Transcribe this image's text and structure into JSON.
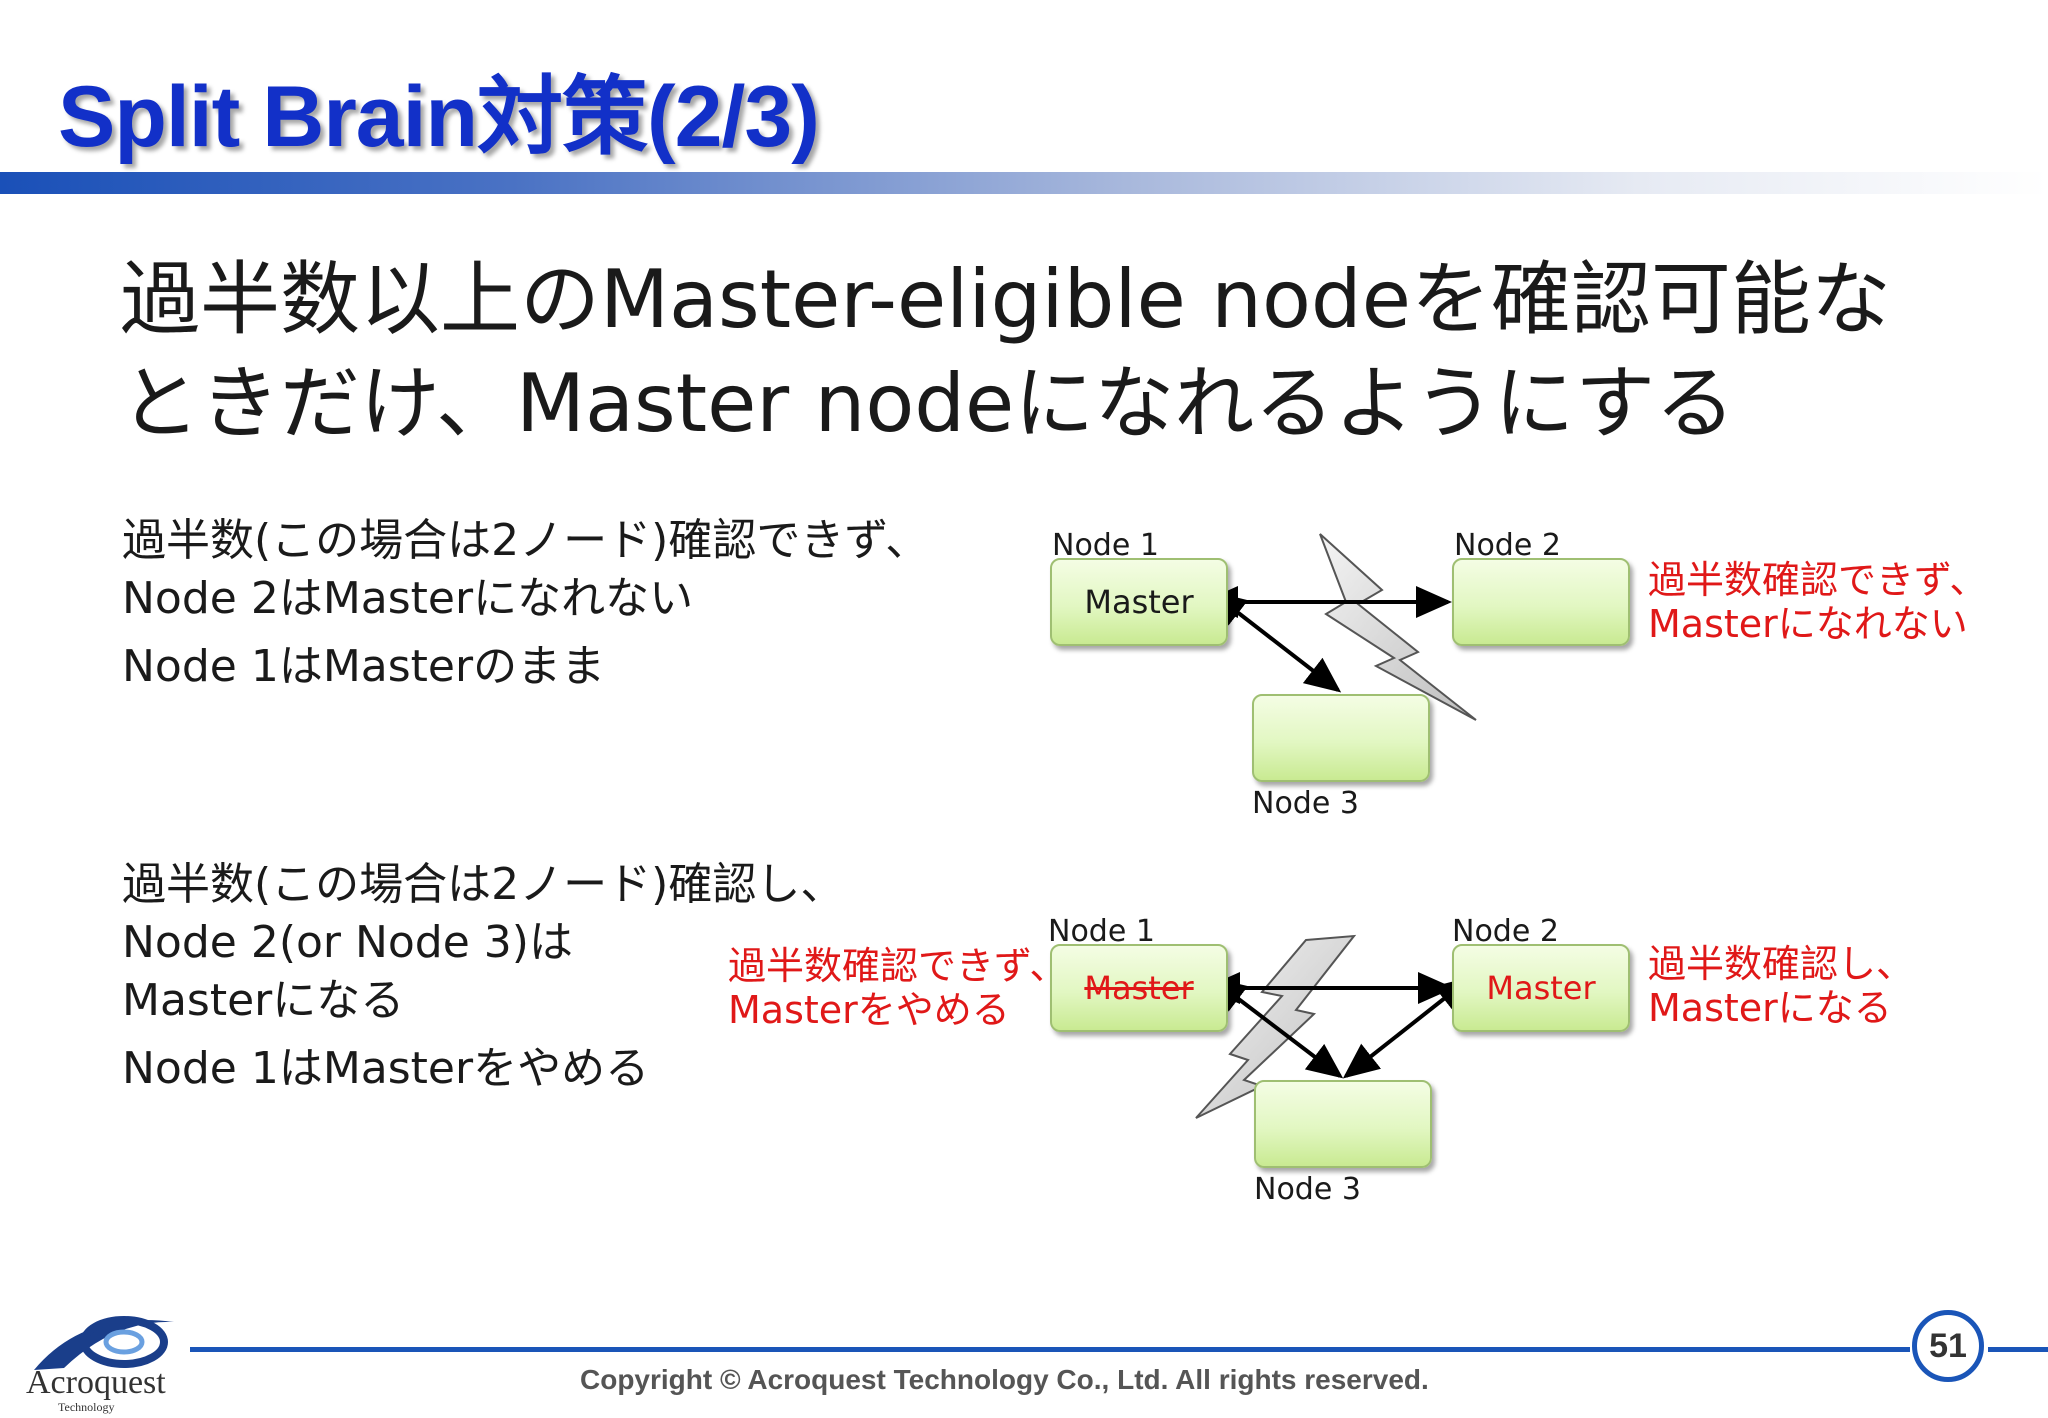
{
  "title": "Split Brain対策(2/3)",
  "lead": {
    "line1": "過半数以上のMaster-eligible nodeを確認可能な",
    "line2": "ときだけ、Master nodeになれるようにする"
  },
  "case1": {
    "text1": "過半数(この場合は2ノード)確認できず、",
    "text2": "Node 2はMasterになれない",
    "text3": "Node 1はMasterのまま",
    "node1_label": "Node 1",
    "node2_label": "Node 2",
    "node3_label": "Node 3",
    "node1_role": "Master",
    "node2_note1": "過半数確認できず、",
    "node2_note2": "Masterになれない"
  },
  "case2": {
    "text1": "過半数(この場合は2ノード)確認し、",
    "text2": "Node 2(or Node 3)は",
    "text3": "Masterになる",
    "text4": "Node 1はMasterをやめる",
    "node1_label": "Node 1",
    "node2_label": "Node 2",
    "node3_label": "Node 3",
    "node1_role": "Master",
    "node2_role": "Master",
    "node1_note1": "過半数確認できず、",
    "node1_note2": "Masterをやめる",
    "node2_note1": "過半数確認し、",
    "node2_note2": "Masterになる"
  },
  "footer": {
    "copyright": "Copyright © Acroquest Technology Co., Ltd. All rights reserved.",
    "page_number": "51",
    "logo_text": "Acroquest",
    "logo_sub": "Technology"
  },
  "colors": {
    "title": "#1230c8",
    "accent_blue": "#1a55b8",
    "note_red": "#e01818",
    "node_fill": "#dff5bd"
  }
}
